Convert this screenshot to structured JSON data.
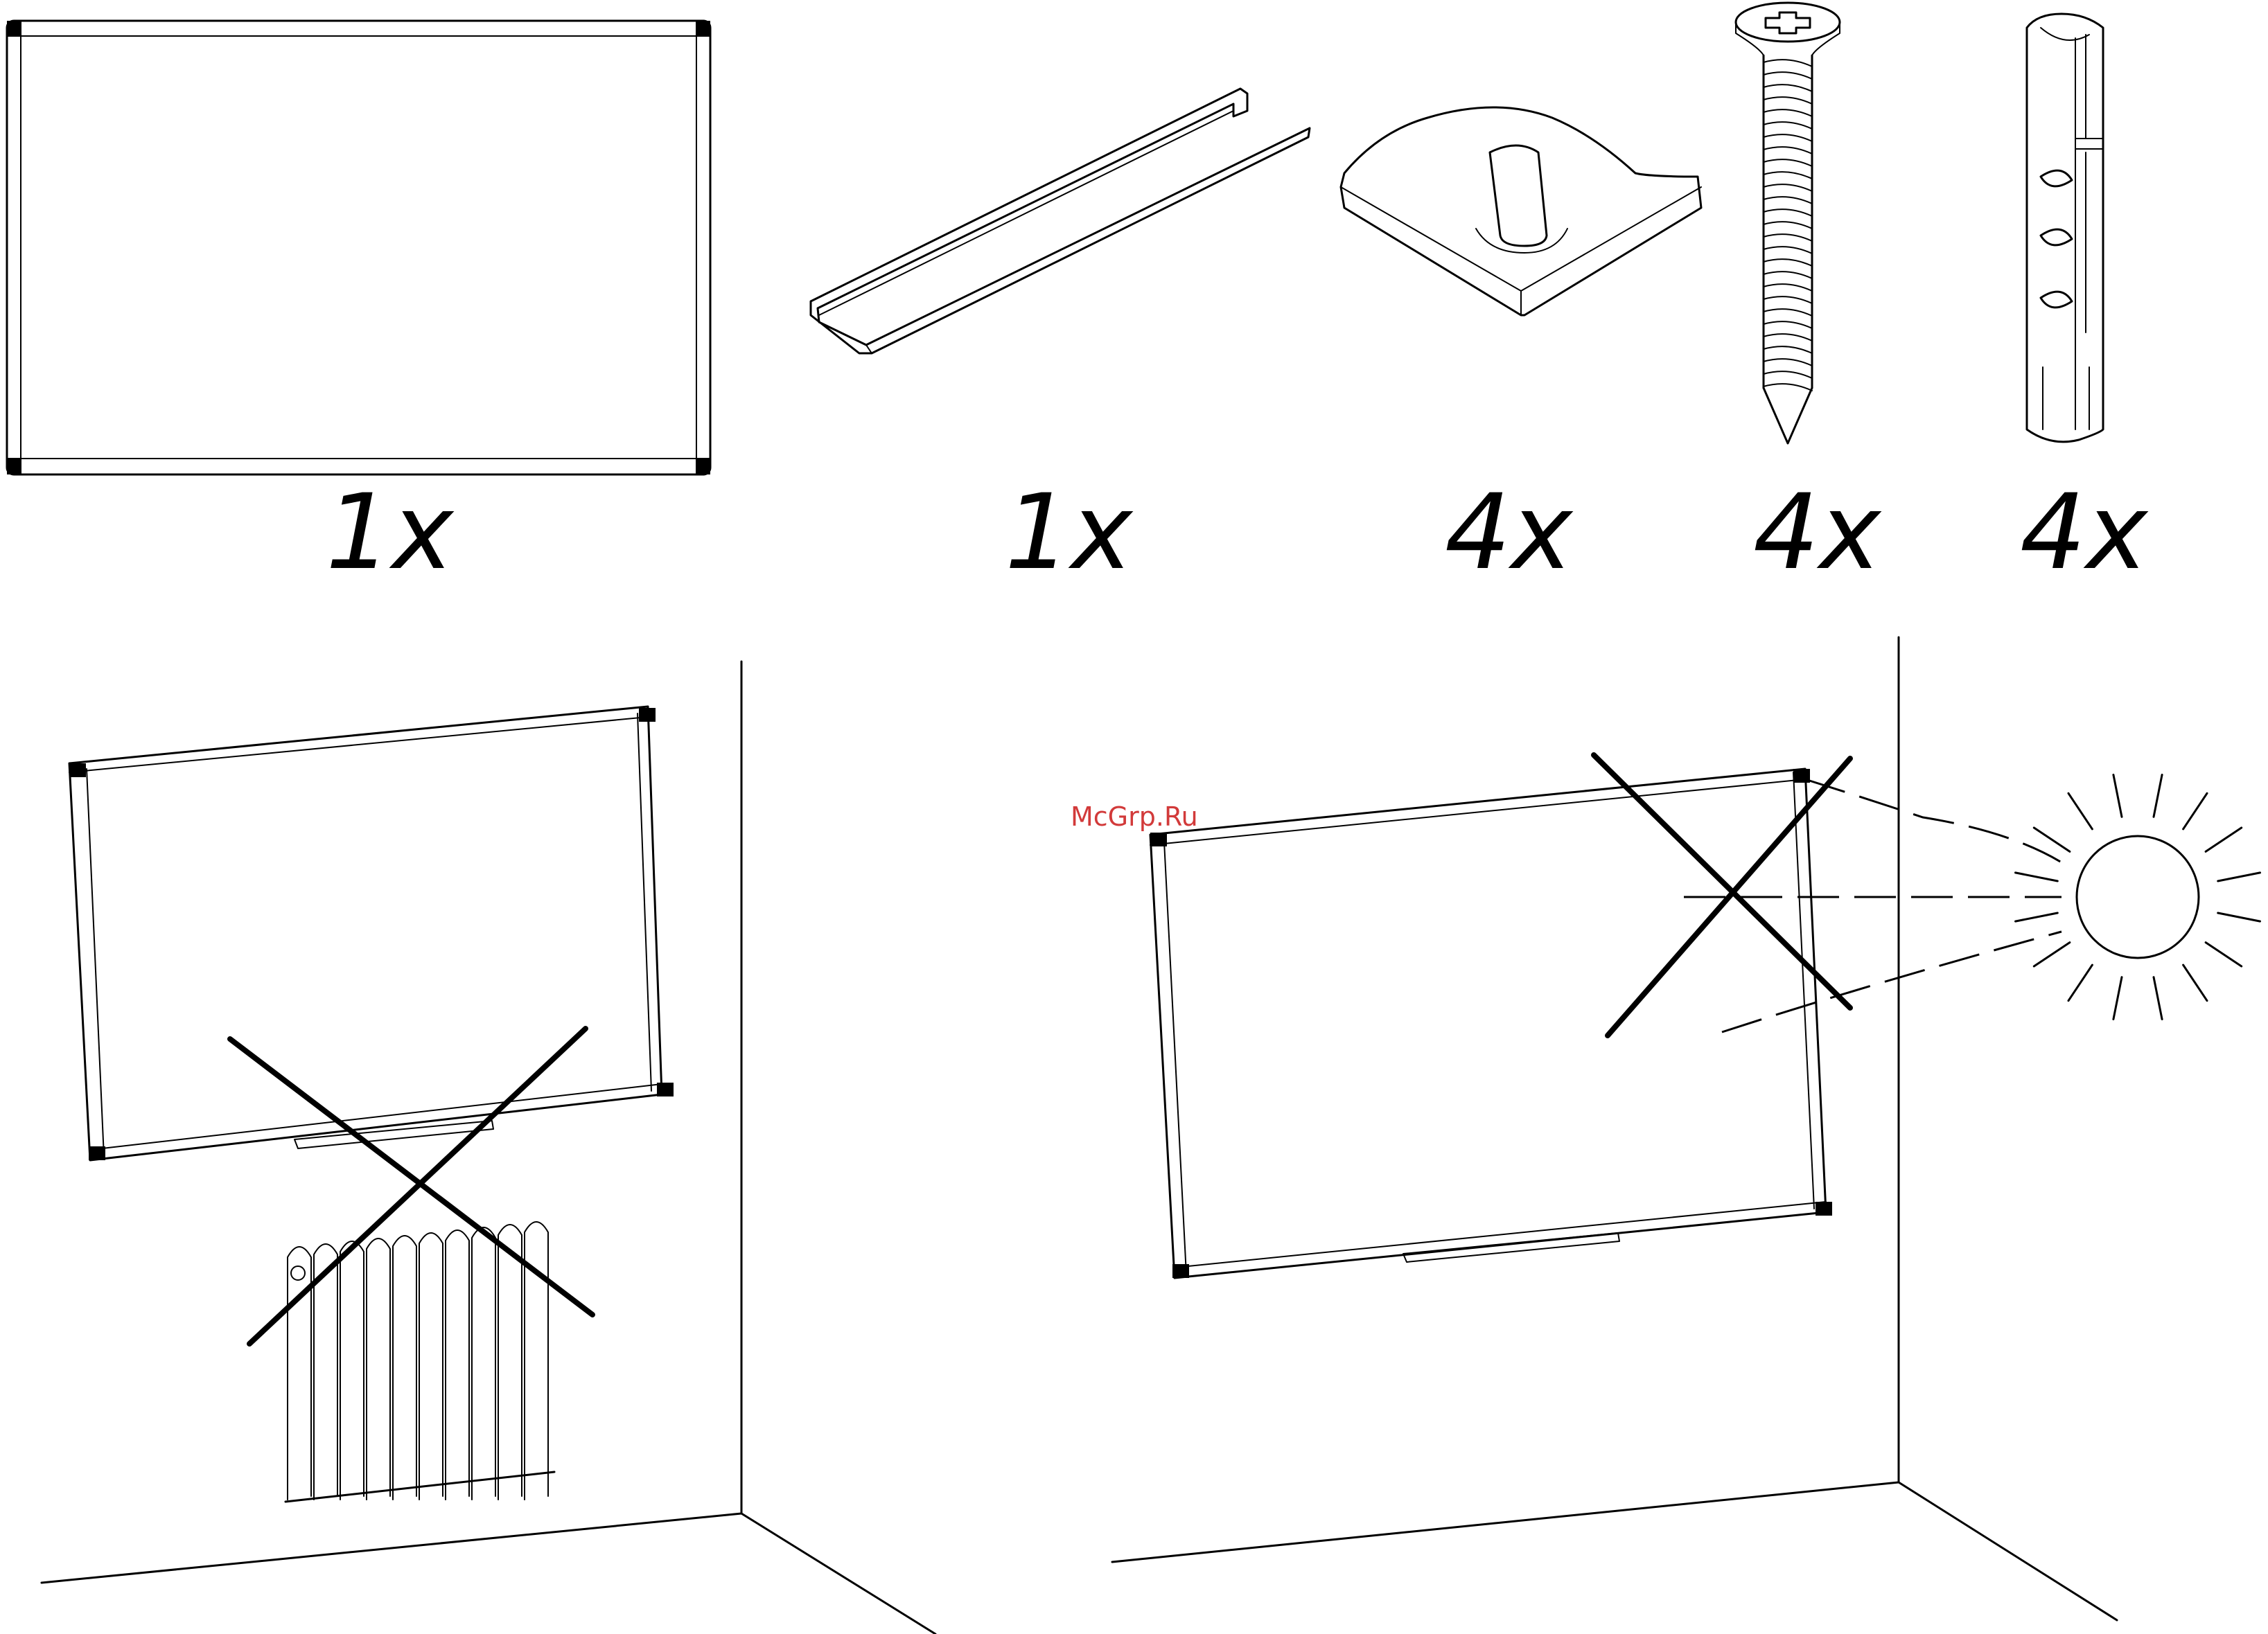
{
  "parts": [
    {
      "name": "whiteboard",
      "quantity": "1x"
    },
    {
      "name": "pen tray",
      "quantity": "1x"
    },
    {
      "name": "mounting bracket",
      "quantity": "4x"
    },
    {
      "name": "screw",
      "quantity": "4x"
    },
    {
      "name": "wall plug",
      "quantity": "4x"
    }
  ],
  "watermark": "McGrp.Ru",
  "colors": {
    "line": "#000000",
    "watermark": "#d23a3a"
  }
}
